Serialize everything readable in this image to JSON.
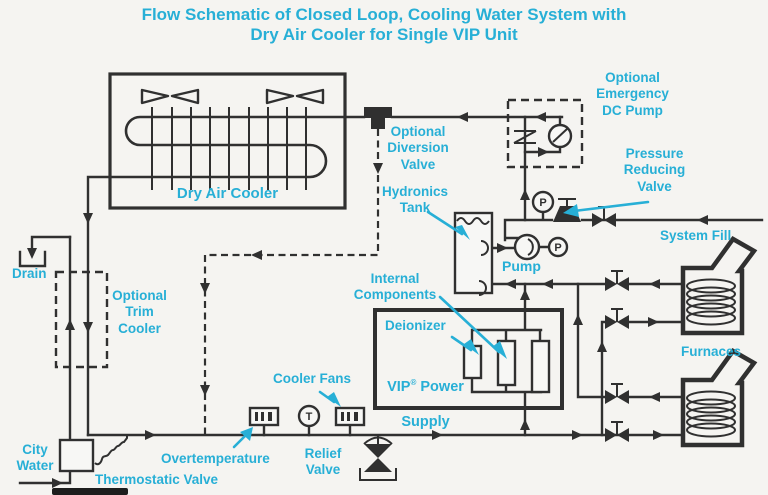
{
  "title": {
    "line1": "Flow Schematic of Closed Loop, Cooling Water System with",
    "line2": "Dry Air Cooler for Single VIP Unit"
  },
  "labels": {
    "dry_air_cooler": "Dry Air Cooler",
    "optional_diversion_valve": "Optional\nDiversion\nValve",
    "hydronics_tank": "Hydronics\nTank",
    "optional_emergency_dc_pump": "Optional\nEmergency\nDC Pump",
    "pressure_reducing_valve": "Pressure\nReducing\nValve",
    "system_fill": "System Fill",
    "pump": "Pump",
    "drain": "Drain",
    "optional_trim_cooler": "Optional\nTrim\nCooler",
    "internal_components": "Internal\nComponents",
    "deionizer": "Deionizer",
    "vip_line1_name": "VIP",
    "vip_line1_rest": " Power",
    "vip_line2": "Supply",
    "furnaces": "Furnaces",
    "cooler_fans": "Cooler Fans",
    "overtemperature": "Overtemperature",
    "relief_valve": "Relief\nValve",
    "city_water": "City\nWater",
    "thermostatic_valve": "Thermostatic Valve"
  },
  "glyphs": {
    "p": "P",
    "t": "T",
    "reg": "®"
  },
  "colors": {
    "accent": "#27afd6",
    "line": "#303030",
    "bg": "#f5f4f1"
  }
}
